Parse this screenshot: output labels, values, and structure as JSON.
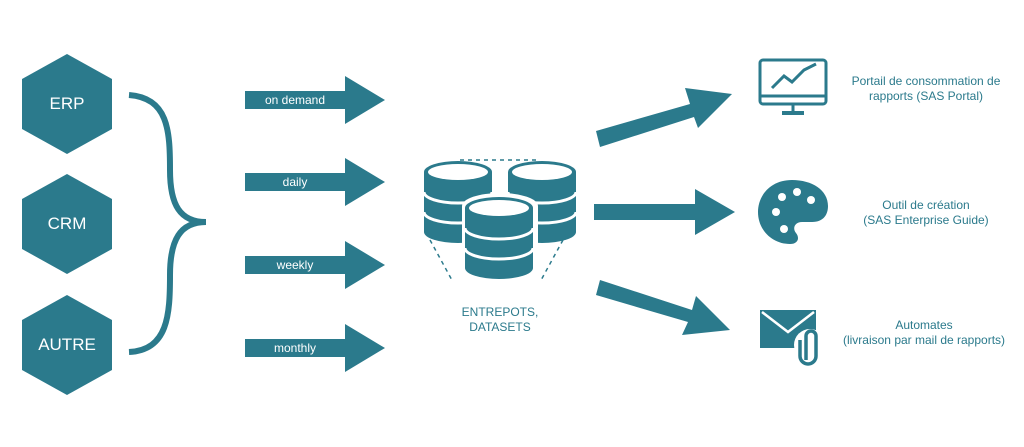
{
  "colors": {
    "primary": "#2b7a8c",
    "text": "#2b7a8c",
    "light_text": "#ffffff",
    "background": "#ffffff"
  },
  "sources": [
    {
      "label": "ERP"
    },
    {
      "label": "CRM"
    },
    {
      "label": "AUTRE"
    }
  ],
  "frequencies": [
    {
      "label": "on demand"
    },
    {
      "label": "daily"
    },
    {
      "label": "weekly"
    },
    {
      "label": "monthly"
    }
  ],
  "storage": {
    "icon": "database-cylinders-icon",
    "label_line1": "ENTREPOTS,",
    "label_line2": "DATASETS"
  },
  "outputs": [
    {
      "icon": "monitor-chart-icon",
      "line1": "Portail de consommation de",
      "line2": "rapports (SAS Portal)"
    },
    {
      "icon": "palette-icon",
      "line1": "Outil de création",
      "line2": "(SAS Enterprise Guide)"
    },
    {
      "icon": "mail-attachment-icon",
      "line1": "Automates",
      "line2": "(livraison par mail de rapports)"
    }
  ]
}
